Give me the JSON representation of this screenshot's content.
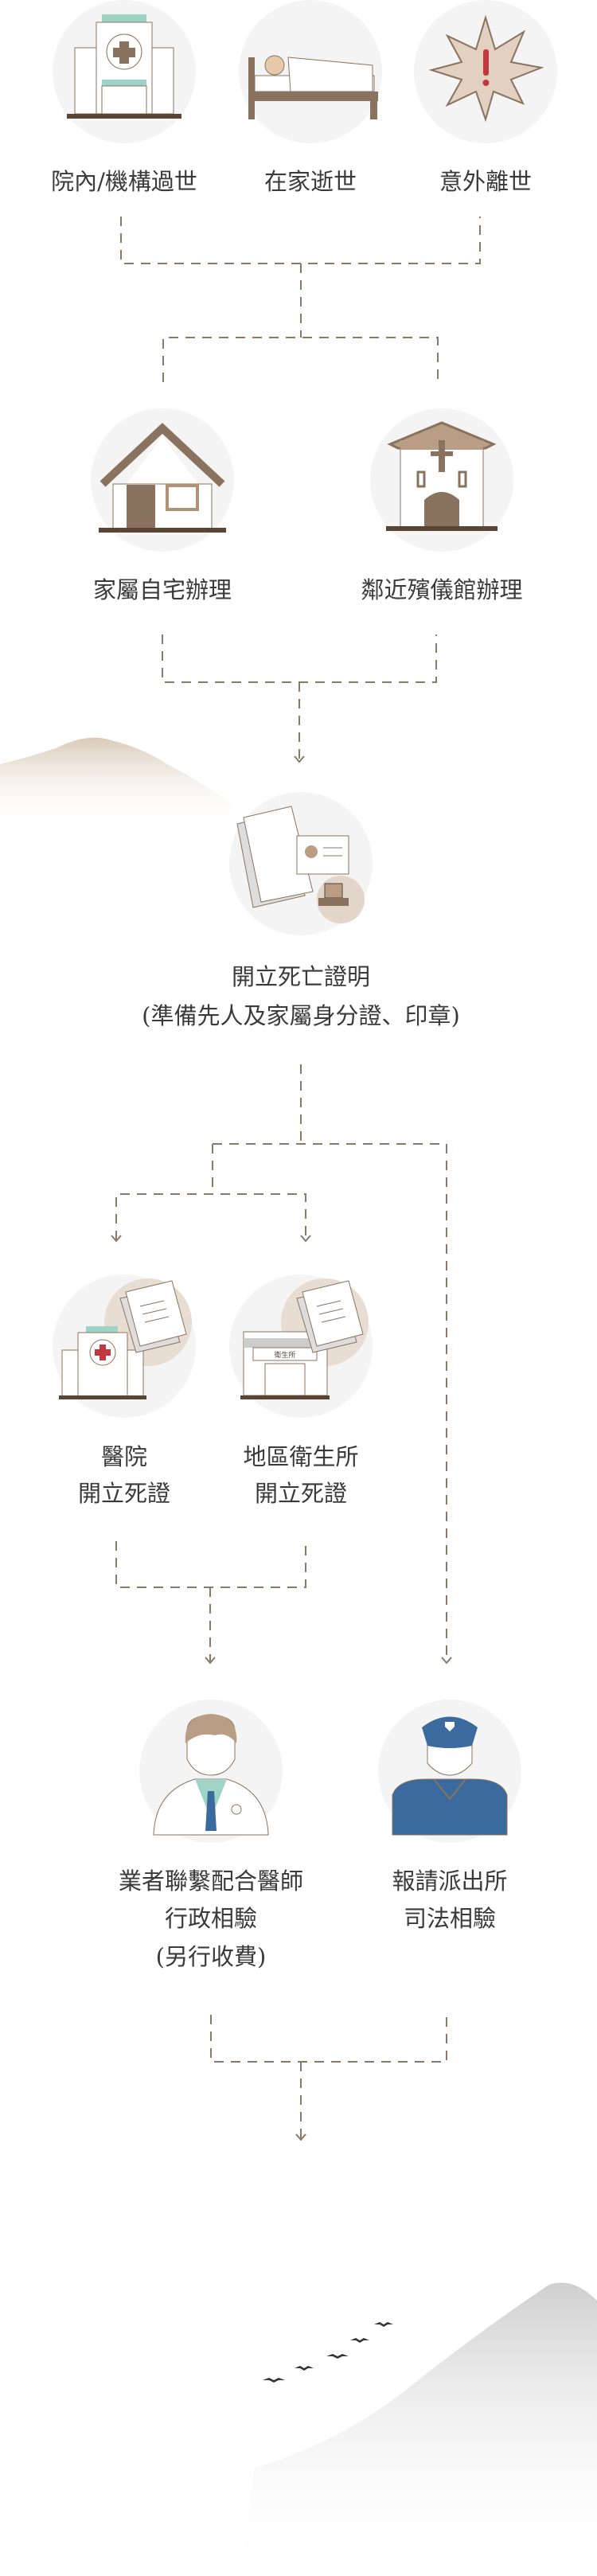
{
  "colors": {
    "line": "#8c7867",
    "circle": "#f4f4f4",
    "brown": "#8a735e",
    "blue": "#3a6a9e",
    "red": "#c0393f",
    "mint": "#9fd3c5"
  },
  "row1": [
    {
      "label": "院內/機構過世",
      "icon": "hospital-icon"
    },
    {
      "label": "在家逝世",
      "icon": "bed-icon"
    },
    {
      "label": "意外離世",
      "icon": "accident-burst-icon"
    }
  ],
  "row2": [
    {
      "label": "家屬自宅辦理",
      "icon": "house-icon"
    },
    {
      "label": "鄰近殯儀館辦理",
      "icon": "funeral-home-icon"
    }
  ],
  "step3": {
    "line1": "開立死亡證明",
    "line2": "(準備先人及家屬身分證、印章)",
    "icon": "documents-icon"
  },
  "row4": [
    {
      "line1": "醫院",
      "line2": "開立死證",
      "icon": "hospital-documents-icon"
    },
    {
      "line1": "地區衛生所",
      "line2": "開立死證",
      "icon": "health-center-documents-icon",
      "sign": "衛生所"
    }
  ],
  "row5": [
    {
      "line1": "業者聯繫配合醫師",
      "line2": "行政相驗",
      "line3": "(另行收費)",
      "icon": "doctor-icon"
    },
    {
      "line1": "報請派出所",
      "line2": "司法相驗",
      "icon": "police-icon"
    }
  ]
}
